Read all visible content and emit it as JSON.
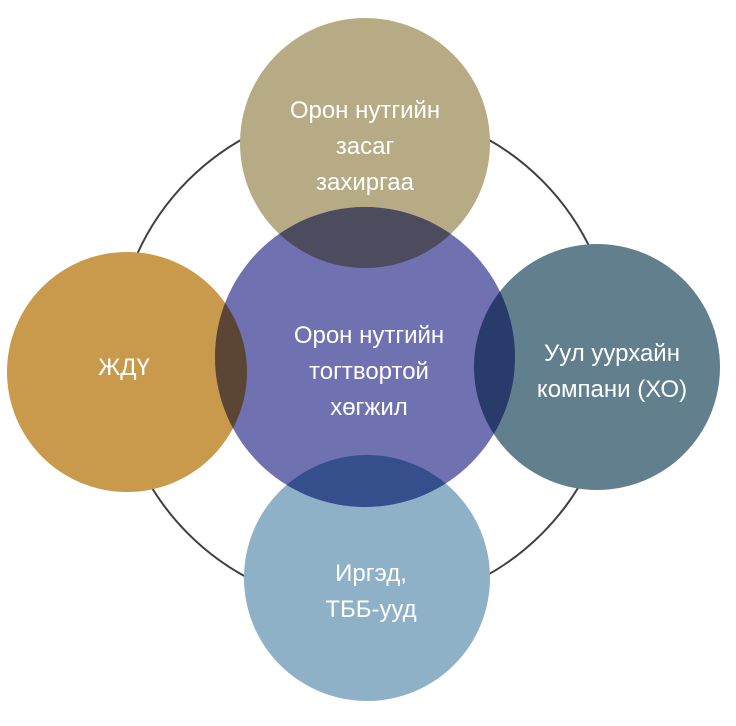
{
  "diagram": {
    "center": {
      "lines": [
        "Орон нутгийн",
        "тогтвортой",
        "хөгжил"
      ],
      "color": "#6f71b1"
    },
    "top": {
      "lines": [
        "Орон нутгийн",
        "засаг",
        "захиргаа"
      ],
      "color": "#b6ab84"
    },
    "left": {
      "lines": [
        "ЖДҮ"
      ],
      "color": "#c99a4b"
    },
    "right": {
      "lines": [
        "Уул уурхайн",
        "компани (ХО)"
      ],
      "color": "#627f8d"
    },
    "bottom": {
      "lines": [
        "Иргэд,",
        "ТББ-ууд"
      ],
      "color": "#8fb1c7"
    },
    "colors": {
      "ring": "#3f3f3f",
      "overlap_top": "#4d4b5e",
      "overlap_left": "#5b4636",
      "overlap_right": "#283b6a",
      "overlap_bottom": "#354f8c"
    }
  }
}
